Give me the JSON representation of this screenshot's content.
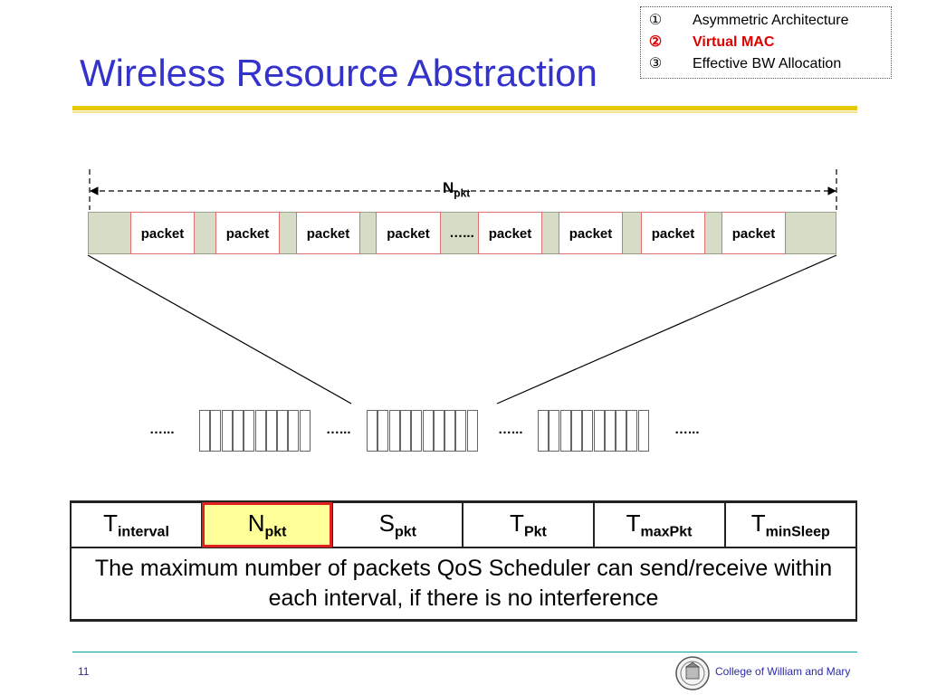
{
  "slide": {
    "title": "Wireless Resource Abstraction",
    "page_number": "11",
    "footer_text": "College of William and Mary"
  },
  "legend": {
    "items": [
      {
        "num": "①",
        "label": "Asymmetric Architecture",
        "active": false
      },
      {
        "num": "②",
        "label": "Virtual MAC",
        "active": true
      },
      {
        "num": "③",
        "label": "Effective BW Allocation",
        "active": false
      }
    ],
    "active_color": "#e00000"
  },
  "diagram": {
    "span_label_main": "N",
    "span_label_sub": "pkt",
    "packet_label": "packet",
    "ellipsis": "…...",
    "group_ellipsis": "…..."
  },
  "table": {
    "headers": [
      {
        "main": "T",
        "sub": "interval",
        "highlighted": false
      },
      {
        "main": "N",
        "sub": "pkt",
        "highlighted": true
      },
      {
        "main": "S",
        "sub": "pkt",
        "highlighted": false
      },
      {
        "main": "T",
        "sub": "Pkt",
        "highlighted": false
      },
      {
        "main": "T",
        "sub": "maxPkt",
        "highlighted": false
      },
      {
        "main": "T",
        "sub": "minSleep",
        "highlighted": false
      }
    ],
    "description": "The maximum number of packets QoS Scheduler can send/receive within each interval, if there is no interference",
    "highlight_fill": "#ffff99",
    "highlight_border": "#e02020"
  },
  "colors": {
    "title": "#3333cc",
    "rule": "#e8c800",
    "footer_rule": "#00a0a0"
  }
}
